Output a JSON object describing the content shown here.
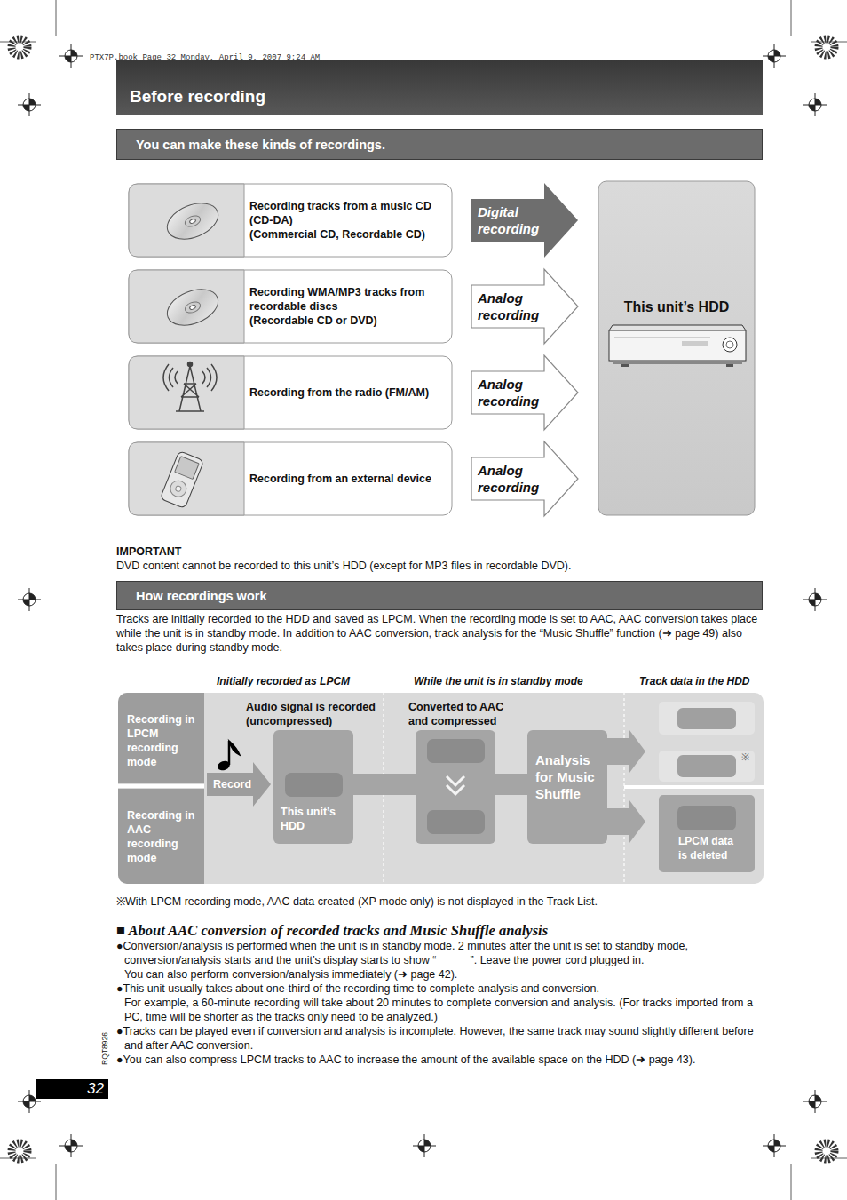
{
  "diagram": {
    "title": "Before recording",
    "nodes": [
      {
        "text": [
          "You can make these kinds of recordings."
        ]
      },
      {
        "text": [
          "Recording tracks from a music CD (CD-DA)",
          "(Commercial CD, Recordable CD)"
        ]
      },
      {
        "text": [
          "Recording WMA/MP3 tracks from recordable discs",
          "(Recordable CD or DVD)"
        ]
      },
      {
        "text": [
          "Recording from the radio (FM/AM)"
        ]
      },
      {
        "text": [
          "Recording from an external device"
        ]
      },
      {
        "text": [
          "This unit’s HDD"
        ]
      },
      {
        "text": [
          "How recordings work"
        ]
      },
      {
        "text": [
          "Recording in LPCM recording mode"
        ]
      },
      {
        "text": [
          "Recording in AAC recording mode"
        ]
      },
      {
        "text": [
          "Record"
        ]
      },
      {
        "text": [
          "Audio signal is recorded (uncompressed)",
          "This unit’s HDD"
        ]
      },
      {
        "text": [
          "Converted to AAC and compressed"
        ]
      },
      {
        "text": [
          "Analysis for Music Shuffle"
        ]
      },
      {
        "text": [
          "※"
        ]
      },
      {
        "text": [
          "LPCM data is deleted"
        ]
      }
    ],
    "edges": [
      {
        "from": 1,
        "to": 5,
        "label": "Digital recording",
        "arrow": "to"
      },
      {
        "from": 2,
        "to": 5,
        "label": "Analog recording",
        "arrow": "to"
      },
      {
        "from": 3,
        "to": 5,
        "label": "Analog recording",
        "arrow": "to"
      },
      {
        "from": 4,
        "to": 5,
        "label": "Analog recording",
        "arrow": "to"
      },
      {
        "from": 10,
        "to": 11,
        "arrow": "none"
      },
      {
        "from": 11,
        "to": 12,
        "arrow": "none"
      },
      {
        "from": 12,
        "to": 13,
        "arrow": "to"
      },
      {
        "from": 12,
        "to": 14,
        "arrow": "to"
      }
    ],
    "labels": [
      "PTX7P.book Page 32 Monday, April 9, 2007 9:24 AM",
      "IMPORTANT",
      "DVD content cannot be recorded to this unit’s HDD (except for MP3 files in recordable DVD).",
      "Tracks are initially recorded to the HDD and saved as LPCM. When the recording mode is set to AAC, AAC conversion takes place while the unit is in standby mode. In addition to AAC conversion, track analysis for the “Music Shuffle” function (➜ page 49) also takes place during standby mode.",
      "Initially recorded as LPCM",
      "While the unit is in standby mode",
      "Track data in the HDD",
      "※With LPCM recording mode, AAC data created (XP mode only) is not displayed in the Track List.",
      "■ About AAC conversion of recorded tracks and Music Shuffle analysis",
      "●Conversion/analysis is performed when the unit is in standby mode. 2 minutes after the unit is set to standby mode, conversion/analysis starts and the unit’s display starts to show “_ _ _ _”. Leave the power cord plugged in.",
      "You can also perform conversion/analysis immediately (➜ page 42).",
      "●This unit usually takes about one-third of the recording time to complete analysis and conversion.",
      "For example, a 60-minute recording will take about 20 minutes to complete conversion and analysis. (For tracks imported from a PC, time will be shorter as the tracks only need to be analyzed.)",
      "●Tracks can be played even if conversion and analysis is incomplete. However, the same track may sound slightly different before and after AAC conversion.",
      "●You can also compress LPCM tracks to AAC to increase the amount of the available space on the HDD (➜ page 43).",
      "RQT8926",
      "32"
    ]
  }
}
